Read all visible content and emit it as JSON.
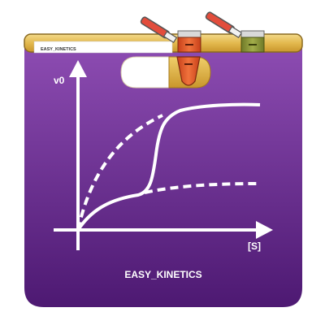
{
  "app": {
    "name": "EASY_KINETICS",
    "strip_label": "EASY_KINETICS"
  },
  "graph": {
    "y_axis_label": "v0",
    "x_axis_label": "[S]"
  },
  "colors": {
    "purple_top": "#8c4bb0",
    "purple_bottom": "#4f1a74",
    "strip_yellow": "#e8c45e",
    "tube_red": "#e85a2a",
    "tube_olive": "#8d9a3c",
    "pill_white": "#ffffff",
    "pill_gold": "#e2b447",
    "curve_white": "#ffffff"
  },
  "icons": [
    "app-icon",
    "pipette-icon",
    "reagent-tube-icon",
    "capsule-icon",
    "kinetics-curve-icon"
  ]
}
